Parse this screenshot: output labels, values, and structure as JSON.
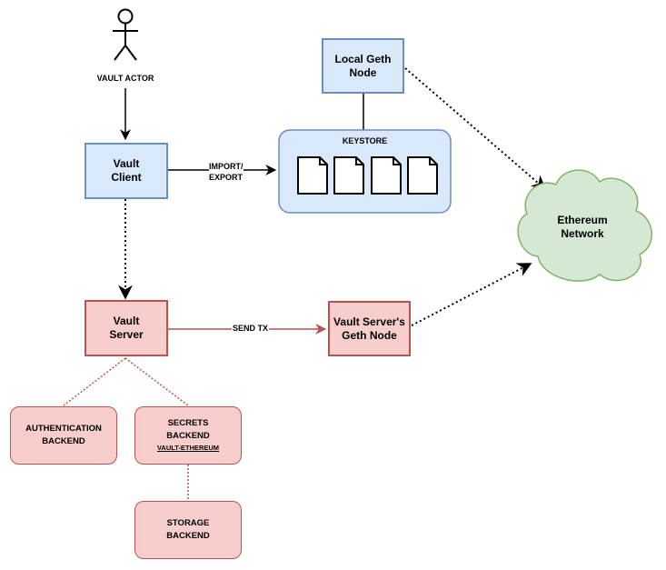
{
  "actor": {
    "label": "VAULT ACTOR"
  },
  "vault_client": {
    "label": "Vault\nClient"
  },
  "local_geth": {
    "label": "Local Geth\nNode"
  },
  "keystore": {
    "label": "KEYSTORE"
  },
  "vault_server": {
    "label": "Vault\nServer"
  },
  "server_geth": {
    "label": "Vault Server's\nGeth Node"
  },
  "ethereum": {
    "label": "Ethereum\nNetwork"
  },
  "auth_backend": {
    "label": "AUTHENTICATION\nBACKEND"
  },
  "secrets_backend": {
    "label": "SECRETS\nBACKEND",
    "sublabel": "VAULT-ETHEREUM"
  },
  "storage_backend": {
    "label": "STORAGE\nBACKEND"
  },
  "edges": {
    "import_export": "IMPORT/\nEXPORT",
    "send_tx": "SEND TX"
  },
  "colors": {
    "blue_fill": "#dae8fc",
    "blue_stroke": "#6c8ebf",
    "red_fill": "#f8cecc",
    "red_stroke": "#b85450",
    "green_fill": "#d5e8d4",
    "green_stroke": "#82b366"
  }
}
